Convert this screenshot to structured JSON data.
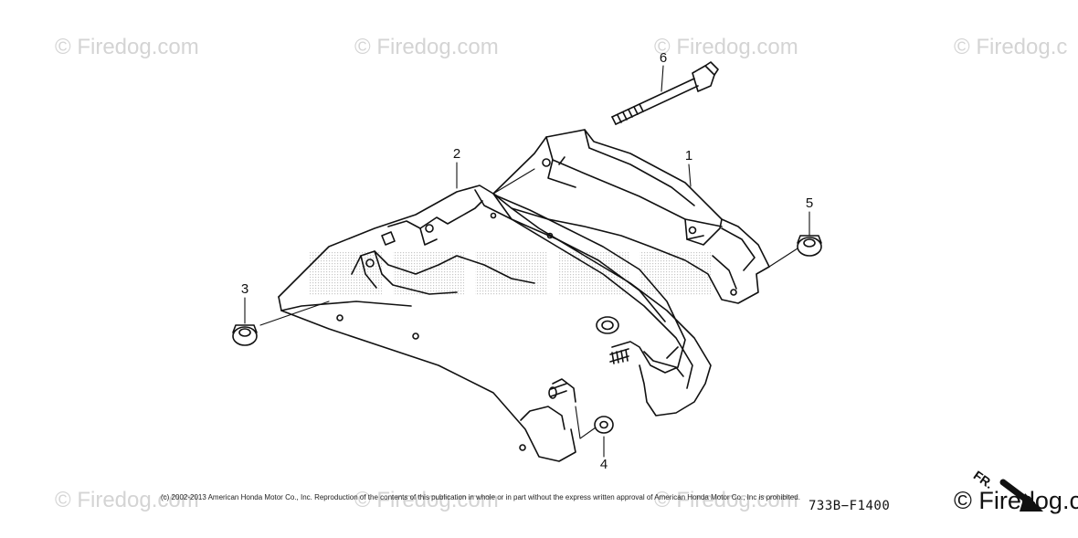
{
  "watermarks": [
    "© Firedog.com",
    "© Firedog.com",
    "© Firedog.com",
    "© Firedog.c",
    "© Firedog.com",
    "© Firedog.com",
    "© Firedog.com"
  ],
  "watermark_corner": "© Firedog.c",
  "callouts": [
    "1",
    "2",
    "3",
    "4",
    "5",
    "6"
  ],
  "copyright": "(c) 2002-2013 American Honda Motor Co., Inc. Reproduction of the contents of this publication in whole or in part without the express written approval of American Honda Motor Co., Inc is prohibited.",
  "diagram_code": "733B−F1400",
  "direction_label": "FR.",
  "colors": {
    "line": "#111111",
    "watermark": "#d4d4d4",
    "background": "#ffffff"
  }
}
